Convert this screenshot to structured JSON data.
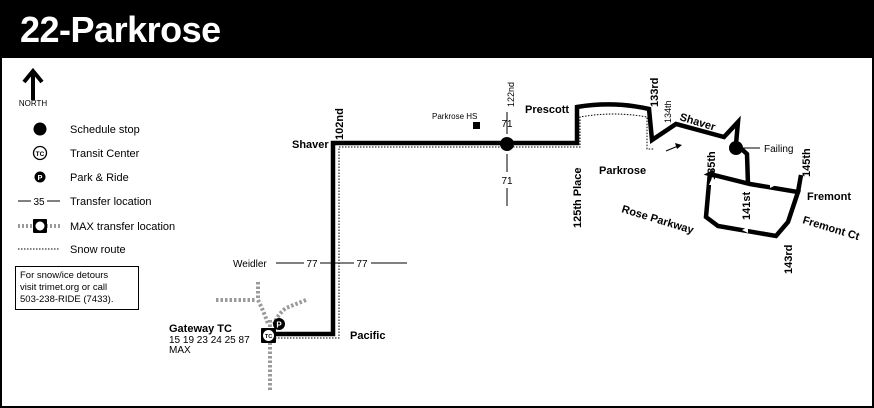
{
  "title": "22-Parkrose",
  "legend": {
    "north": "NORTH",
    "schedule_stop": "Schedule stop",
    "transit_center": "Transit Center",
    "park_ride": "Park & Ride",
    "transfer_location": "Transfer location",
    "transfer_sample_number": "35",
    "max_transfer_location": "MAX transfer location",
    "snow_route": "Snow route",
    "tc_symbol": "TC",
    "pr_symbol": "P"
  },
  "detour_note": {
    "line1": "For snow/ice detours",
    "line2": "visit trimet.org or call",
    "line3": "503-238-RIDE (7433)."
  },
  "streets": {
    "shaver_west": "Shaver",
    "st_102nd": "102nd",
    "prescott": "Prescott",
    "st_122nd": "122nd",
    "st_133rd": "133rd",
    "st_134th": "134th",
    "shaver_east": "Shaver",
    "failing": "Failing",
    "st_125th_place": "125th Place",
    "parkrose": "Parkrose",
    "st_135th": "135th",
    "st_145th": "145th",
    "fremont": "Fremont",
    "rose_parkway": "Rose Parkway",
    "st_141st": "141st",
    "fremont_ct": "Fremont Ct",
    "st_143rd": "143rd",
    "weidler": "Weidler",
    "pacific": "Pacific"
  },
  "places": {
    "parkrose_hs": "Parkrose HS",
    "gateway_tc": "Gateway TC",
    "gateway_routes": "15 19 23 24 25 87",
    "gateway_max": "MAX"
  },
  "transfers": {
    "line_71_north": "71",
    "line_71_south": "71",
    "weidler_77_a": "77",
    "weidler_77_b": "77"
  },
  "colors": {
    "route": "#000000",
    "max_line": "#9a9a9a",
    "title_bar": "#000000",
    "title_text": "#ffffff"
  }
}
